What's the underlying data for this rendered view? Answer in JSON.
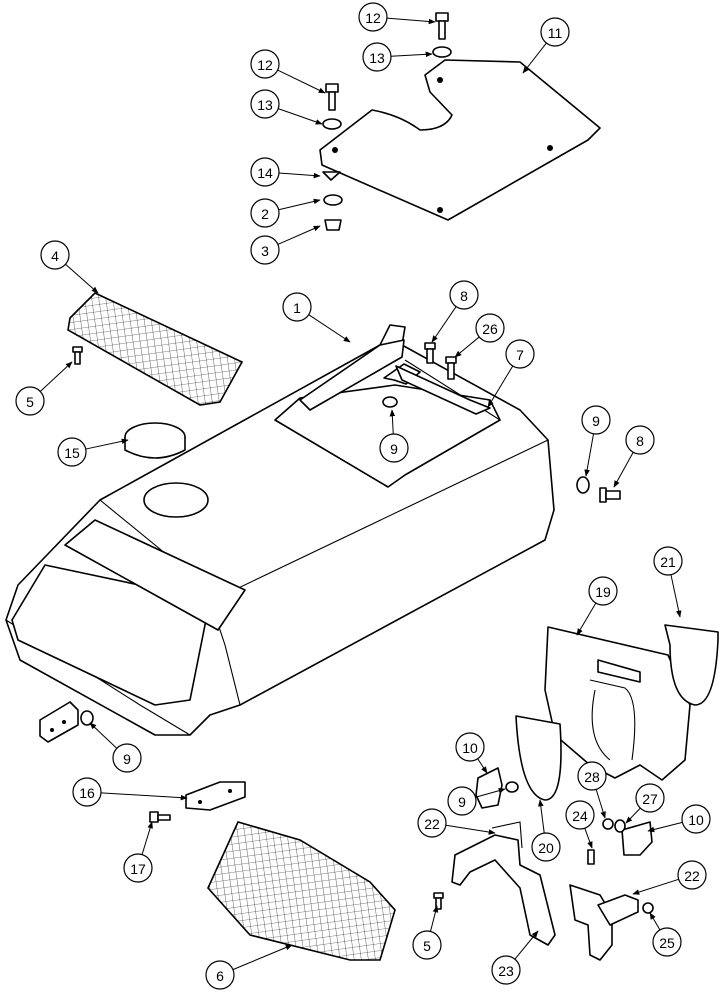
{
  "diagram": {
    "callouts": [
      {
        "id": "c1",
        "label": "1"
      },
      {
        "id": "c2",
        "label": "2"
      },
      {
        "id": "c3",
        "label": "3"
      },
      {
        "id": "c4",
        "label": "4"
      },
      {
        "id": "c5a",
        "label": "5"
      },
      {
        "id": "c5b",
        "label": "5"
      },
      {
        "id": "c6",
        "label": "6"
      },
      {
        "id": "c7",
        "label": "7"
      },
      {
        "id": "c8a",
        "label": "8"
      },
      {
        "id": "c8b",
        "label": "8"
      },
      {
        "id": "c9a",
        "label": "9"
      },
      {
        "id": "c9b",
        "label": "9"
      },
      {
        "id": "c9c",
        "label": "9"
      },
      {
        "id": "c9d",
        "label": "9"
      },
      {
        "id": "c10a",
        "label": "10"
      },
      {
        "id": "c10b",
        "label": "10"
      },
      {
        "id": "c11",
        "label": "11"
      },
      {
        "id": "c12a",
        "label": "12"
      },
      {
        "id": "c12b",
        "label": "12"
      },
      {
        "id": "c13a",
        "label": "13"
      },
      {
        "id": "c13b",
        "label": "13"
      },
      {
        "id": "c14",
        "label": "14"
      },
      {
        "id": "c15",
        "label": "15"
      },
      {
        "id": "c16",
        "label": "16"
      },
      {
        "id": "c17",
        "label": "17"
      },
      {
        "id": "c19",
        "label": "19"
      },
      {
        "id": "c20",
        "label": "20"
      },
      {
        "id": "c21",
        "label": "21"
      },
      {
        "id": "c22a",
        "label": "22"
      },
      {
        "id": "c22b",
        "label": "22"
      },
      {
        "id": "c23",
        "label": "23"
      },
      {
        "id": "c24",
        "label": "24"
      },
      {
        "id": "c25",
        "label": "25"
      },
      {
        "id": "c26",
        "label": "26"
      },
      {
        "id": "c27",
        "label": "27"
      },
      {
        "id": "c28",
        "label": "28"
      }
    ]
  }
}
